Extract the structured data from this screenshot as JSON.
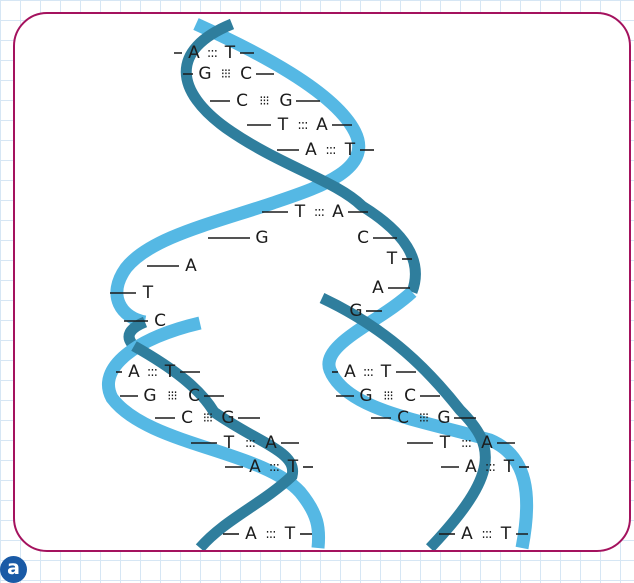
{
  "figure_label": "a",
  "colors": {
    "frame_border": "#a4125e",
    "strand_light": "#55b8e4",
    "strand_dark": "#2f7e9d",
    "label_badge": "#1a5aa6",
    "grid": "#d6e6f4"
  },
  "top_helix": {
    "pairs": [
      {
        "left": "A",
        "bond": ":::",
        "right": "T"
      },
      {
        "left": "G",
        "bond": "⁝⁝⁝",
        "right": "C"
      },
      {
        "left": "C",
        "bond": "⁝⁝⁝",
        "right": "G"
      },
      {
        "left": "T",
        "bond": ":::",
        "right": "A"
      },
      {
        "left": "A",
        "bond": ":::",
        "right": "T"
      },
      {
        "left": "T",
        "bond": ":::",
        "right": "A"
      }
    ]
  },
  "open_fork": {
    "left_strand": [
      "G",
      "A",
      "T",
      "C"
    ],
    "right_strand": [
      "C",
      "T",
      "A",
      "G"
    ]
  },
  "left_daughter": {
    "pairs": [
      {
        "left": "A",
        "bond": ":::",
        "right": "T"
      },
      {
        "left": "G",
        "bond": "⁝⁝⁝",
        "right": "C"
      },
      {
        "left": "C",
        "bond": "⁝⁝⁝",
        "right": "G"
      },
      {
        "left": "T",
        "bond": ":::",
        "right": "A"
      },
      {
        "left": "A",
        "bond": ":::",
        "right": "T"
      },
      {
        "left": "A",
        "bond": ":::",
        "right": "T"
      }
    ]
  },
  "right_daughter": {
    "pairs": [
      {
        "left": "A",
        "bond": ":::",
        "right": "T"
      },
      {
        "left": "G",
        "bond": "⁝⁝⁝",
        "right": "C"
      },
      {
        "left": "C",
        "bond": "⁝⁝⁝",
        "right": "G"
      },
      {
        "left": "T",
        "bond": ":::",
        "right": "A"
      },
      {
        "left": "A",
        "bond": ":::",
        "right": "T"
      },
      {
        "left": "A",
        "bond": ":::",
        "right": "T"
      }
    ]
  }
}
